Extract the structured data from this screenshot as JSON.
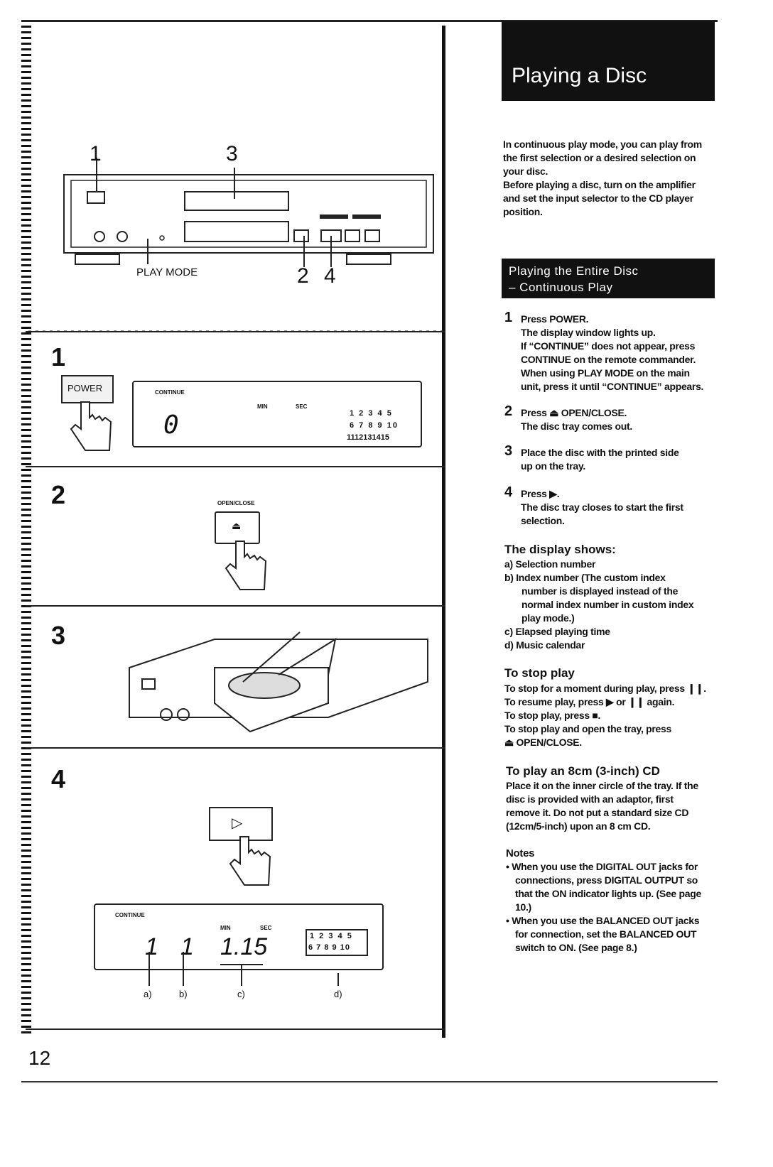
{
  "page": {
    "title": "Playing a Disc",
    "page_number": "12",
    "intro": [
      "In continuous play mode, you can play from",
      "the first selection or a desired selection on",
      "your disc.",
      "Before playing a disc, turn on the amplifier",
      "and set the input selector to the CD player",
      "position."
    ],
    "section_title_1": "Playing the Entire Disc",
    "section_title_2": "– Continuous Play"
  },
  "steps": [
    {
      "num": "1",
      "title": "Press POWER.",
      "lines": [
        "The display window lights up.",
        "If “CONTINUE” does not appear, press",
        "CONTINUE on the remote commander.",
        "When using PLAY MODE on the main",
        "unit, press it until “CONTINUE” appears."
      ]
    },
    {
      "num": "2",
      "title": "Press ⏏ OPEN/CLOSE.",
      "lines": [
        "The disc tray comes out."
      ]
    },
    {
      "num": "3",
      "title": "Place the disc with the printed side",
      "lines_bold": [
        "up on the tray."
      ],
      "lines": []
    },
    {
      "num": "4",
      "title": "Press ▶.",
      "lines": [
        "The disc tray closes to start the first",
        "selection."
      ]
    }
  ],
  "display": {
    "heading": "The display shows:",
    "items": [
      {
        "k": "a)",
        "v": [
          "Selection number"
        ]
      },
      {
        "k": "b)",
        "v": [
          "Index number (The custom index",
          "number is displayed instead of the",
          "normal index number in custom index",
          "play mode.)"
        ]
      },
      {
        "k": "c)",
        "v": [
          "Elapsed playing time"
        ]
      },
      {
        "k": "d)",
        "v": [
          "Music calendar"
        ]
      }
    ]
  },
  "stop": {
    "heading": "To stop play",
    "lines": [
      "To stop for a moment during play, press ❙❙.",
      "To resume play, press ▶ or ❙❙ again.",
      "To stop play, press ■.",
      "To stop play and open the tray, press",
      "⏏ OPEN/CLOSE."
    ]
  },
  "cd8": {
    "heading": "To play an 8cm (3-inch) CD",
    "lines": [
      "Place it on the inner circle of the tray. If the",
      "disc is provided with an adaptor, first",
      "remove it. Do not put a standard size CD",
      "(12cm/5-inch) upon an 8 cm CD."
    ]
  },
  "notes": {
    "heading": "Notes",
    "lines": [
      "• When you use the DIGITAL OUT jacks for",
      "connections, press DIGITAL OUTPUT so",
      "that the ON indicator lights up. (See page",
      "10.)",
      "• When you use the BALANCED OUT jacks",
      "for connection, set the BALANCED OUT",
      "switch to ON. (See page 8.)"
    ]
  },
  "figure": {
    "callout_1": "1",
    "callout_2": "2",
    "callout_3": "3",
    "callout_4": "4",
    "play_mode": "PLAY MODE",
    "power_label": "POWER",
    "continue": "CONTINUE",
    "min": "MIN",
    "sec": "SEC",
    "calendar_row1": "1 2 3 4 5",
    "calendar_row2": "6 7 8 9 10",
    "calendar_row3": "1112131415",
    "lcd_digit": "0",
    "openclose": "OPEN/CLOSE",
    "track": "1",
    "index": "1",
    "time": "1.15",
    "label_a": "a)",
    "label_b": "b)",
    "label_c": "c)",
    "label_d": "d)",
    "step_labels": [
      "1",
      "2",
      "3",
      "4"
    ]
  }
}
